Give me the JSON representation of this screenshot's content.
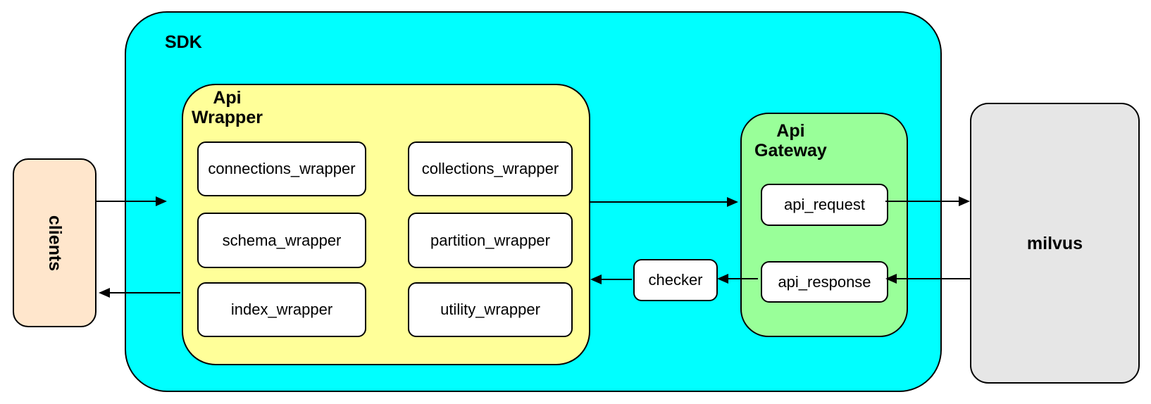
{
  "diagram": {
    "background": "#FFFFFF",
    "stroke": "#000000",
    "clients": {
      "label": "clients",
      "fill": "#FFE6CC"
    },
    "sdk": {
      "label": "SDK",
      "fill": "#00FFFF"
    },
    "api_wrapper": {
      "label": [
        "Api",
        "Wrapper"
      ],
      "fill": "#FFFF99",
      "modules": [
        "connections_wrapper",
        "collections_wrapper",
        "schema_wrapper",
        "partition_wrapper",
        "index_wrapper",
        "utility_wrapper"
      ]
    },
    "checker": {
      "label": "checker",
      "fill": "#FFFFFF"
    },
    "api_gateway": {
      "label": [
        "Api",
        "Gateway"
      ],
      "fill": "#99FF99",
      "modules": [
        "api_request",
        "api_response"
      ]
    },
    "milvus": {
      "label": "milvus",
      "fill": "#E6E6E6"
    },
    "connections": [
      {
        "from": "clients",
        "to": "SDK"
      },
      {
        "from": "Api Wrapper",
        "to": "Api Gateway"
      },
      {
        "from": "api_request",
        "to": "milvus"
      },
      {
        "from": "milvus",
        "to": "api_response"
      },
      {
        "from": "api_response",
        "to": "checker"
      },
      {
        "from": "checker",
        "to": "Api Wrapper"
      },
      {
        "from": "SDK",
        "to": "clients"
      }
    ]
  }
}
